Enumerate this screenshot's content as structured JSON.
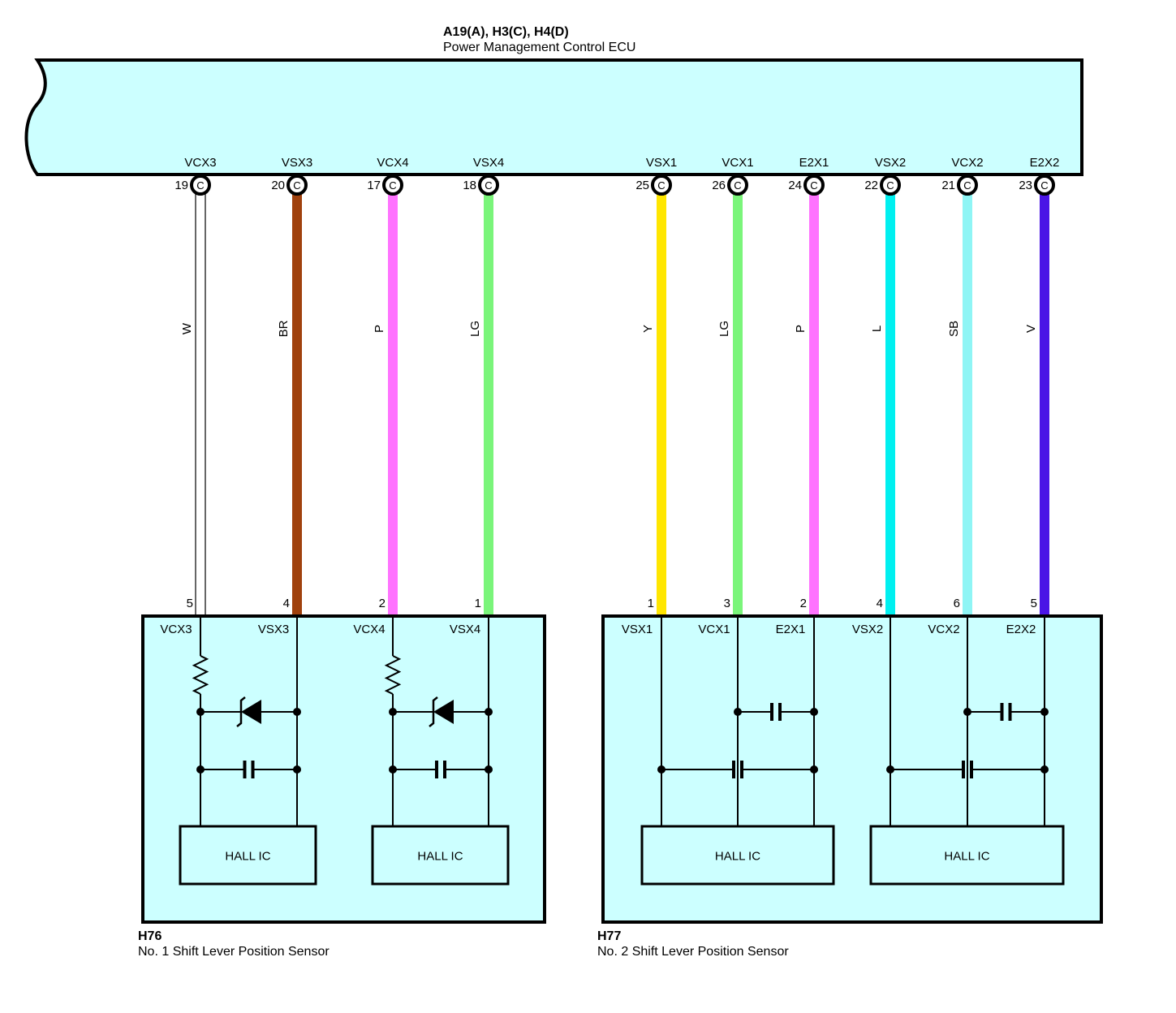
{
  "ecu": {
    "connectors": "A19(A), H3(C), H4(D)",
    "name": "Power Management Control ECU",
    "fill": "#ccffff"
  },
  "sensor1": {
    "id": "H76",
    "name": "No.  1 Shift Lever Position Sensor",
    "hall_label": "HALL IC",
    "terminals": [
      "VCX3",
      "VSX3",
      "VCX4",
      "VSX4"
    ]
  },
  "sensor2": {
    "id": "H77",
    "name": "No.  2 Shift Lever Position Sensor",
    "hall_label": "HALL IC",
    "terminals": [
      "VSX1",
      "VCX1",
      "E2X1",
      "VSX2",
      "VCX2",
      "E2X2"
    ]
  },
  "wires": [
    {
      "signal": "VCX3",
      "ecu_pin": "19",
      "conn": "C",
      "color_code": "W",
      "color": "#ffffff",
      "sensor_pin": "5"
    },
    {
      "signal": "VSX3",
      "ecu_pin": "20",
      "conn": "C",
      "color_code": "BR",
      "color": "#a0410d",
      "sensor_pin": "4"
    },
    {
      "signal": "VCX4",
      "ecu_pin": "17",
      "conn": "C",
      "color_code": "P",
      "color": "#ff73ff",
      "sensor_pin": "2"
    },
    {
      "signal": "VSX4",
      "ecu_pin": "18",
      "conn": "C",
      "color_code": "LG",
      "color": "#7af57a",
      "sensor_pin": "1"
    },
    {
      "signal": "VSX1",
      "ecu_pin": "25",
      "conn": "C",
      "color_code": "Y",
      "color": "#ffe600",
      "sensor_pin": "1"
    },
    {
      "signal": "VCX1",
      "ecu_pin": "26",
      "conn": "C",
      "color_code": "LG",
      "color": "#7af57a",
      "sensor_pin": "3"
    },
    {
      "signal": "E2X1",
      "ecu_pin": "24",
      "conn": "C",
      "color_code": "P",
      "color": "#ff73ff",
      "sensor_pin": "2"
    },
    {
      "signal": "VSX2",
      "ecu_pin": "22",
      "conn": "C",
      "color_code": "L",
      "color": "#00f0f0",
      "sensor_pin": "4"
    },
    {
      "signal": "VCX2",
      "ecu_pin": "21",
      "conn": "C",
      "color_code": "SB",
      "color": "#8ff5f5",
      "sensor_pin": "6"
    },
    {
      "signal": "E2X2",
      "ecu_pin": "23",
      "conn": "C",
      "color_code": "V",
      "color": "#4a14e6",
      "sensor_pin": "5"
    }
  ]
}
